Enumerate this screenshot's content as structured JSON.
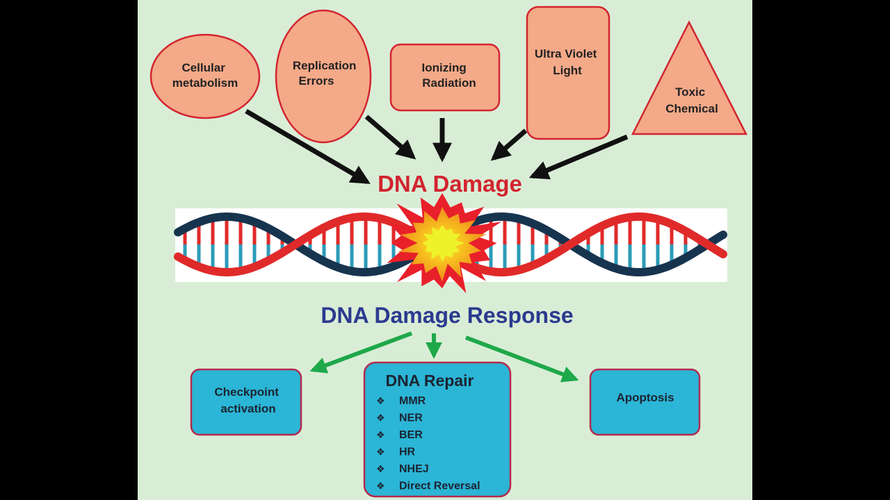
{
  "colors": {
    "frame": "#000000",
    "background": "#d9edd6",
    "cause_fill": "#f4a988",
    "cause_stroke": "#d2242f",
    "outcome_fill": "#2bb5d6",
    "outcome_stroke": "#b32a4d",
    "damage_title": "#d2242f",
    "response_title": "#2b3a8f",
    "black_arrow": "#111111",
    "green_arrow": "#1ea84a",
    "strand_red": "#e02a2a",
    "strand_dark": "#17344f",
    "strand_teal": "#2b9bb8"
  },
  "causes": [
    {
      "id": "cellular-metabolism",
      "shape": "ellipse",
      "lines": [
        "Cellular",
        "metabolism"
      ]
    },
    {
      "id": "replication-errors",
      "shape": "ellipse",
      "lines": [
        "Replication",
        "Errors"
      ]
    },
    {
      "id": "ionizing-radiation",
      "shape": "rounded-rect",
      "lines": [
        "Ionizing",
        "Radiation"
      ]
    },
    {
      "id": "ultra-violet-light",
      "shape": "rounded-rect",
      "lines": [
        "Ultra Violet",
        "Light"
      ]
    },
    {
      "id": "toxic-chemical",
      "shape": "triangle",
      "lines": [
        "Toxic",
        "Chemical"
      ]
    }
  ],
  "damage_title": "DNA Damage",
  "response_title": "DNA Damage Response",
  "outcomes": {
    "checkpoint": {
      "lines": [
        "Checkpoint",
        "activation"
      ]
    },
    "repair": {
      "title": "DNA Repair",
      "bullet": "❖",
      "items": [
        "MMR",
        "NER",
        "BER",
        "HR",
        "NHEJ",
        "Direct Reversal"
      ]
    },
    "apoptosis": {
      "lines": [
        "Apoptosis"
      ]
    }
  }
}
